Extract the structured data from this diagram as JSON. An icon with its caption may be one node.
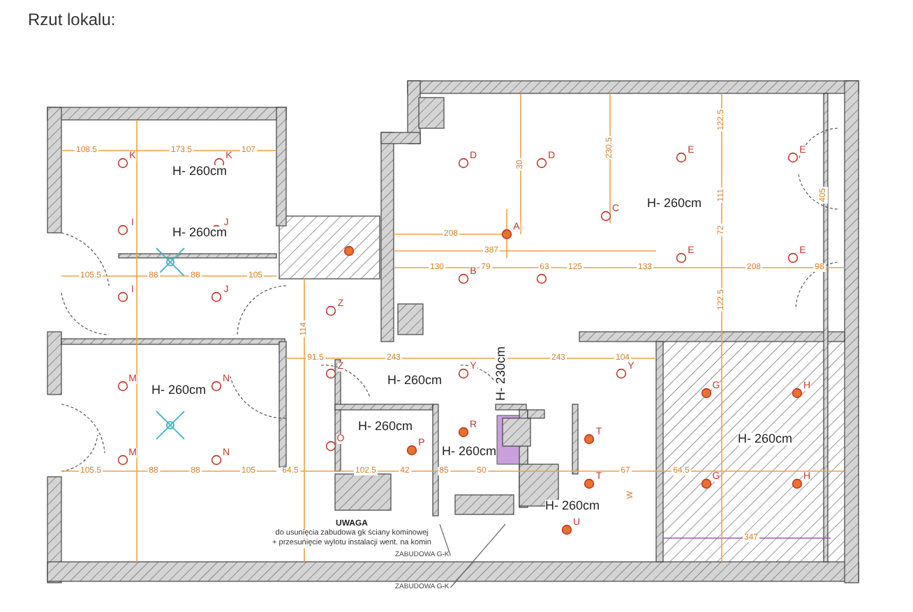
{
  "diagram": {
    "title": "Rzut lokalu:",
    "nodes": [
      {
        "text": [
          "ZABUDOWA G-K"
        ]
      },
      {
        "text": [
          "ZABUDOWA G-K"
        ]
      }
    ],
    "edges": [
      {
        "from": 0,
        "to": null,
        "arrow": "none"
      },
      {
        "from": 1,
        "to": null,
        "arrow": "none"
      }
    ],
    "labels": [
      "H- 260cm",
      "H- 260cm",
      "H- 260cm",
      "H- 260cm",
      "H- 260cm",
      "H- 230cm",
      "H- 260cm",
      "H- 260cm",
      "H- 260cm",
      "H- 260cm",
      "108.5",
      "173.5",
      "107",
      "208",
      "387",
      "130",
      "79",
      "63",
      "125",
      "133",
      "208",
      "98",
      "105.5",
      "88",
      "88",
      "105",
      "91.5",
      "243",
      "243",
      "104",
      "105.5",
      "88",
      "88",
      "105",
      "64.5",
      "102.5",
      "42",
      "85",
      "50",
      "67",
      "64.5",
      "347",
      "30",
      "230.5",
      "122.5",
      "111",
      "72",
      "122.5",
      "405",
      "114",
      "K",
      "K",
      "I",
      "J",
      "I",
      "J",
      "M",
      "N",
      "M",
      "N",
      "Z",
      "Z",
      "D",
      "D",
      "A",
      "C",
      "B",
      "E",
      "E",
      "E",
      "E",
      "O",
      "P",
      "R",
      "Y",
      "Y",
      "T",
      "T",
      "U",
      "G",
      "H",
      "G",
      "H",
      "W",
      "UWAGA",
      "do usunięcia zabudowa gk ściany kominowej",
      "+ przesunięcie wylotu instalacji went. na komin"
    ]
  }
}
